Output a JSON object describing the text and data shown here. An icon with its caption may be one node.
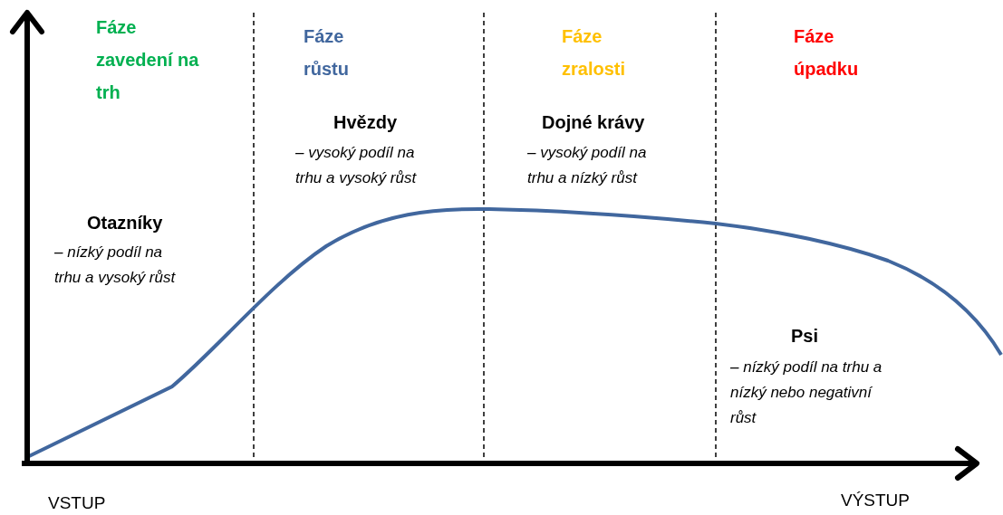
{
  "diagram": {
    "labels": [
      "Fáze zavedení na trh",
      "Fáze růstu",
      "Fáze zralosti",
      "Fáze úpadku",
      "Hvězdy",
      "– vysoký podíl na trhu a vysoký růst",
      "Dojné krávy",
      "– vysoký podíl na trhu a nízký růst",
      "Otazníky",
      "– nízký podíl na trhu a vysoký růst",
      "Psi",
      "– nízký podíl na trhu a nízký nebo negativní růst",
      "VSTUP",
      "VÝSTUP"
    ]
  }
}
